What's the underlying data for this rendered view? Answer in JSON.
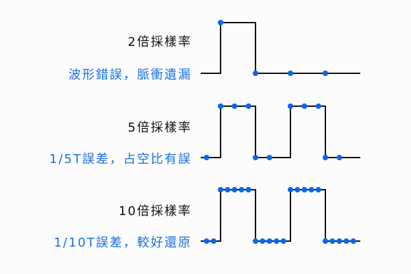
{
  "colors": {
    "line": "#111111",
    "dot": "#0a66ee",
    "note": "#1a6fe0",
    "title": "#111111",
    "background": "#fcfcfc"
  },
  "panels": [
    {
      "title": "2倍採樣率",
      "note": "波形錯誤，脈衝遺漏",
      "samples_per_period": 2,
      "signal_levels": [
        0,
        1,
        0,
        0,
        0
      ],
      "samples": [
        {
          "t": 1.0,
          "v": 1
        },
        {
          "t": 2.0,
          "v": 0
        },
        {
          "t": 3.0,
          "v": 0
        },
        {
          "t": 4.0,
          "v": 0
        }
      ]
    },
    {
      "title": "5倍採樣率",
      "note": "1/5T誤差，占空比有誤",
      "samples_per_period": 5,
      "signal_levels": [
        0,
        1,
        0,
        1,
        0
      ],
      "samples": [
        {
          "t": 0.6,
          "v": 0
        },
        {
          "t": 1.0,
          "v": 1
        },
        {
          "t": 1.4,
          "v": 1
        },
        {
          "t": 1.8,
          "v": 1
        },
        {
          "t": 2.0,
          "v": 0
        },
        {
          "t": 2.4,
          "v": 0
        },
        {
          "t": 3.0,
          "v": 1
        },
        {
          "t": 3.4,
          "v": 1
        },
        {
          "t": 3.8,
          "v": 1
        },
        {
          "t": 4.0,
          "v": 0
        },
        {
          "t": 4.4,
          "v": 0
        }
      ]
    },
    {
      "title": "10倍採樣率",
      "note": "1/10T誤差，較好還原",
      "samples_per_period": 10,
      "signal_levels": [
        0,
        1,
        0,
        1,
        0
      ],
      "samples": [
        {
          "t": 0.6,
          "v": 0
        },
        {
          "t": 0.8,
          "v": 0
        },
        {
          "t": 1.0,
          "v": 1
        },
        {
          "t": 1.2,
          "v": 1
        },
        {
          "t": 1.4,
          "v": 1
        },
        {
          "t": 1.6,
          "v": 1
        },
        {
          "t": 1.8,
          "v": 1
        },
        {
          "t": 2.0,
          "v": 0
        },
        {
          "t": 2.2,
          "v": 0
        },
        {
          "t": 2.4,
          "v": 0
        },
        {
          "t": 2.6,
          "v": 0
        },
        {
          "t": 2.8,
          "v": 0
        },
        {
          "t": 3.0,
          "v": 1
        },
        {
          "t": 3.2,
          "v": 1
        },
        {
          "t": 3.4,
          "v": 1
        },
        {
          "t": 3.6,
          "v": 1
        },
        {
          "t": 3.8,
          "v": 1
        },
        {
          "t": 4.0,
          "v": 0
        },
        {
          "t": 4.2,
          "v": 0
        },
        {
          "t": 4.4,
          "v": 0
        },
        {
          "t": 4.6,
          "v": 0
        },
        {
          "t": 4.8,
          "v": 0
        }
      ]
    }
  ]
}
